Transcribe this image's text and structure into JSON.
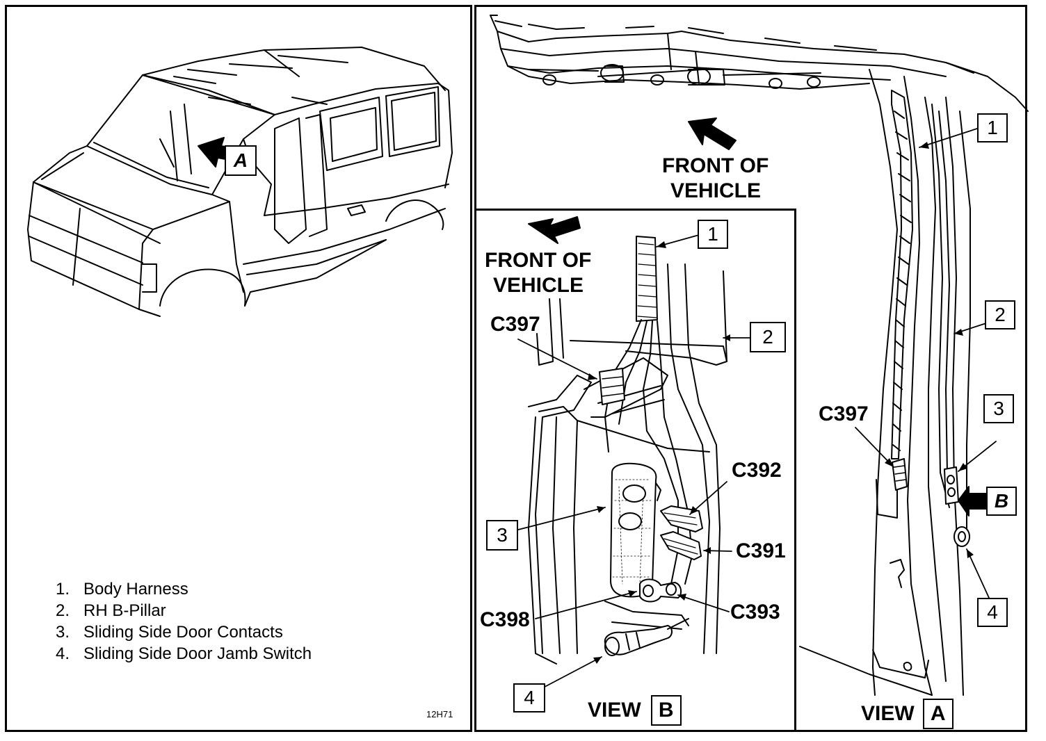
{
  "front_of_vehicle": [
    "FRONT OF",
    "VEHICLE"
  ],
  "callouts": [
    "1",
    "2",
    "3",
    "4"
  ],
  "view_a": {
    "marker": "A",
    "caption_word": "VIEW",
    "caption_letter": "A"
  },
  "view_b": {
    "marker": "B",
    "caption_word": "VIEW",
    "caption_letter": "B"
  },
  "connectors": [
    "C397",
    "C392",
    "C391",
    "C398",
    "C393"
  ],
  "legend": [
    {
      "num": "1.",
      "text": "Body Harness"
    },
    {
      "num": "2.",
      "text": "RH B-Pillar"
    },
    {
      "num": "3.",
      "text": "Sliding Side Door Contacts"
    },
    {
      "num": "4.",
      "text": "Sliding Side Door Jamb Switch"
    }
  ],
  "figure_code": "12H71"
}
